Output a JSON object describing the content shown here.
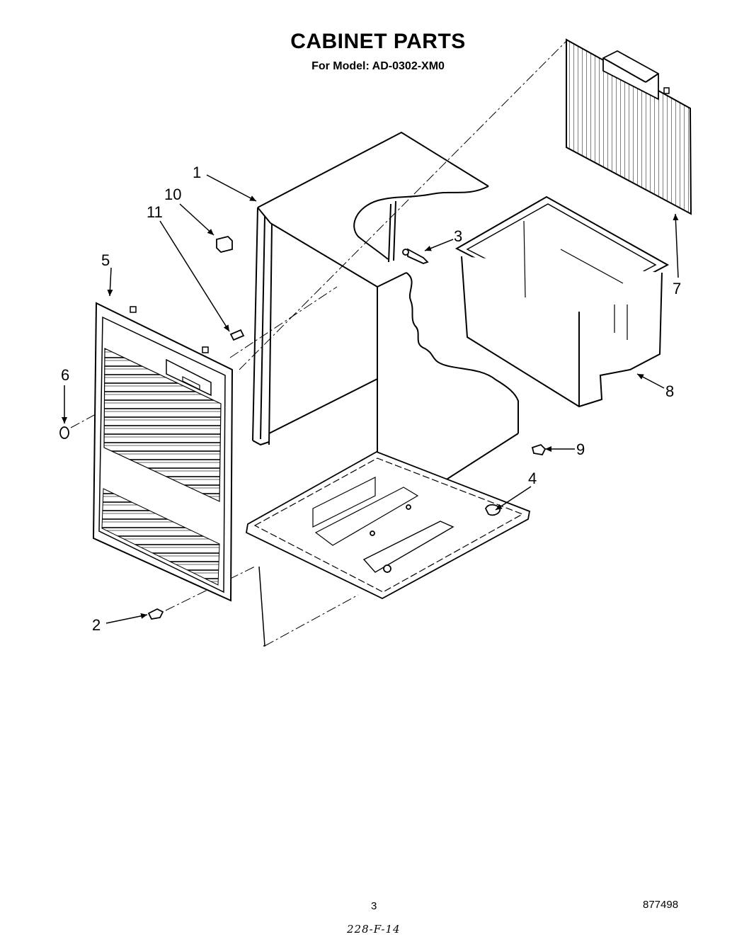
{
  "header": {
    "title": "CABINET PARTS",
    "subtitle": "For Model: AD-0302-XM0"
  },
  "callouts": [
    "1",
    "2",
    "3",
    "4",
    "5",
    "6",
    "7",
    "8",
    "9",
    "10",
    "11"
  ],
  "footer": {
    "page_number": "3",
    "document_number": "877498",
    "handwritten_note": "228-F-14"
  }
}
